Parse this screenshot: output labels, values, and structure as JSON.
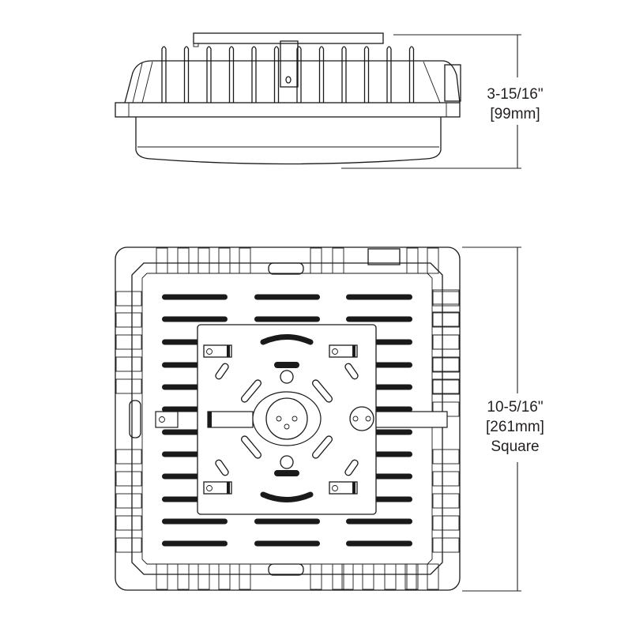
{
  "side_view": {
    "height_imperial": "3-15/16\"",
    "height_metric": "[99mm]"
  },
  "top_view": {
    "size_imperial": "10-5/16\"",
    "size_metric": "[261mm]",
    "shape_label": "Square"
  },
  "colors": {
    "line": "#1a1a1a",
    "background": "#ffffff"
  }
}
